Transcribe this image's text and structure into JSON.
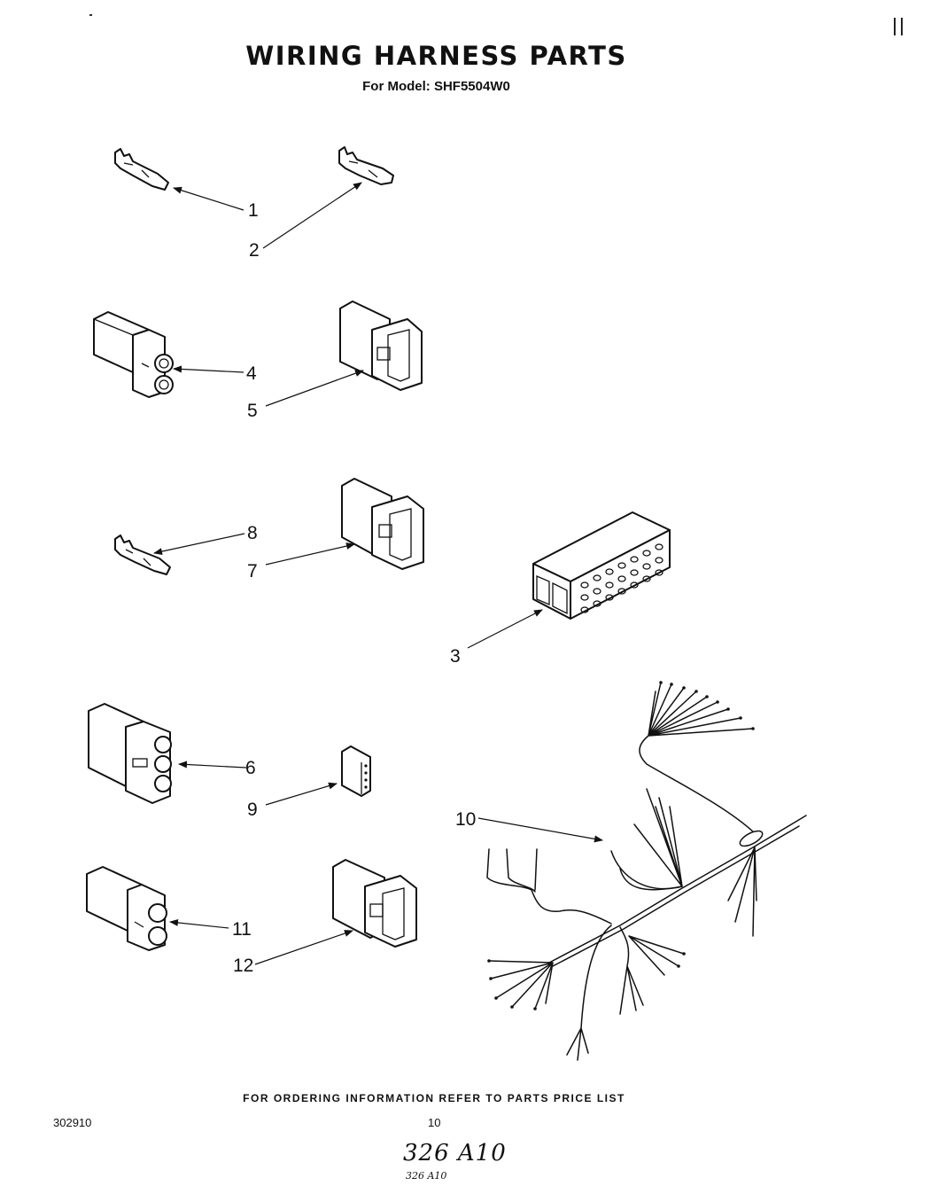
{
  "header": {
    "title": "WIRING HARNESS PARTS",
    "model": "For Model: SHF5504W0"
  },
  "callouts": [
    {
      "id": "1",
      "label": "1"
    },
    {
      "id": "2",
      "label": "2"
    },
    {
      "id": "3",
      "label": "3"
    },
    {
      "id": "4",
      "label": "4"
    },
    {
      "id": "5",
      "label": "5"
    },
    {
      "id": "6",
      "label": "6"
    },
    {
      "id": "7",
      "label": "7"
    },
    {
      "id": "8",
      "label": "8"
    },
    {
      "id": "9",
      "label": "9"
    },
    {
      "id": "10",
      "label": "10"
    },
    {
      "id": "11",
      "label": "11"
    },
    {
      "id": "12",
      "label": "12"
    }
  ],
  "footer": {
    "note": "FOR ORDERING INFORMATION REFER TO PARTS PRICE LIST",
    "doc_number": "302910",
    "page_number": "10",
    "handwritten": "326 A10",
    "handwritten_2": "326 A10"
  }
}
